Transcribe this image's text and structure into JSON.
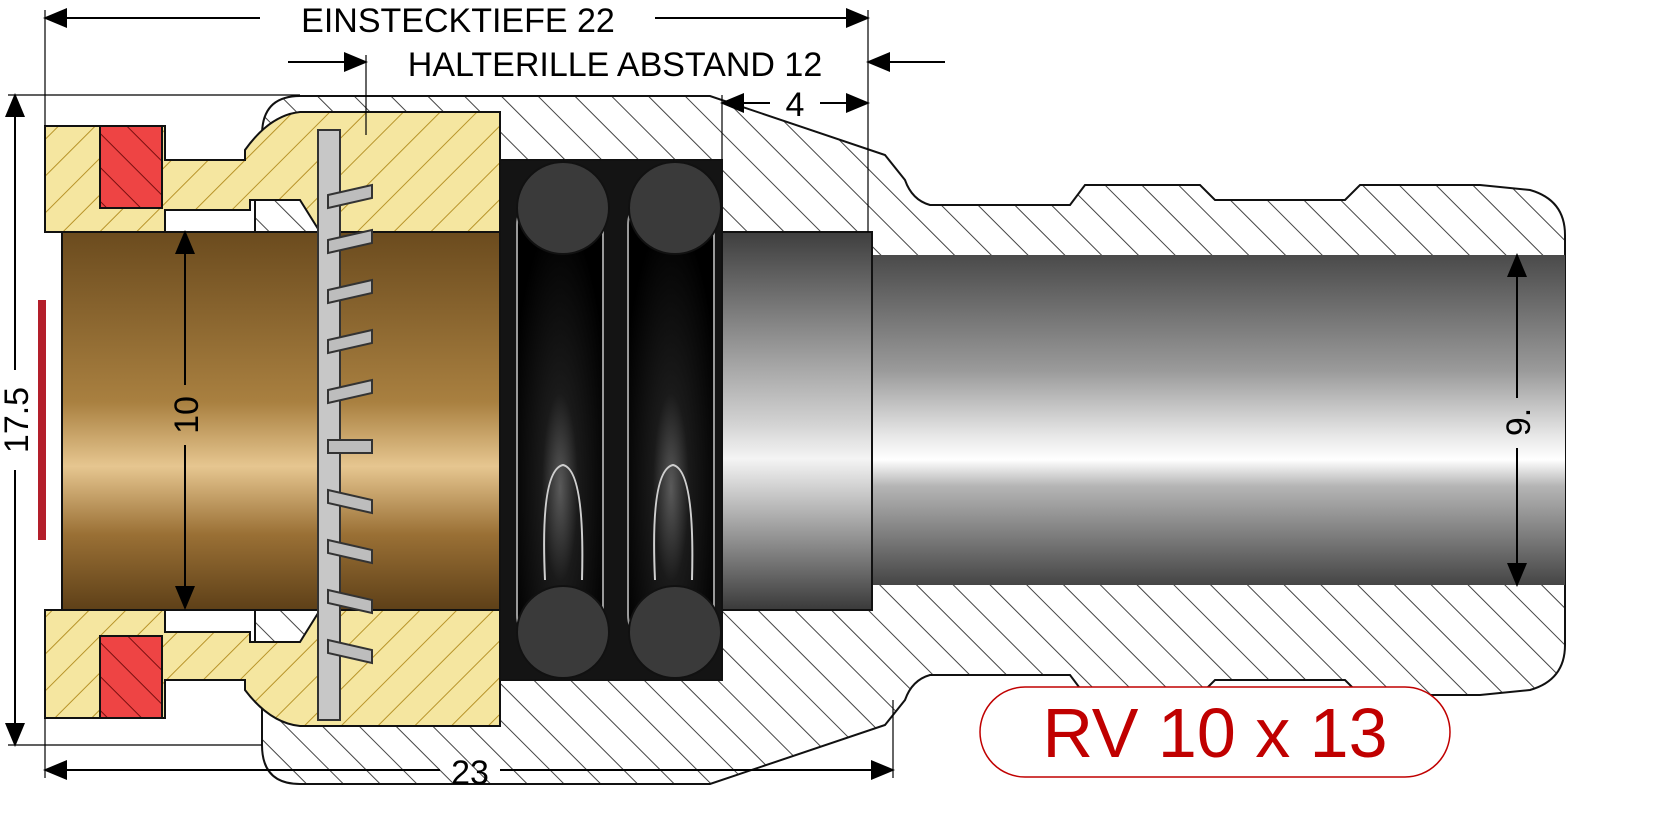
{
  "labels": {
    "insertion_depth": "EINSTECKTIEFE 22",
    "groove_distance": "HALTERILLE ABSTAND 12",
    "groove_width": "4",
    "outer_height": "17.5",
    "inner_diameter": "10",
    "tail_diameter": "9.",
    "overall_length": "23",
    "part_name": "RV 10 x 13"
  },
  "colors": {
    "brass": "#F5E6A0",
    "brass_hatch": "#C9A534",
    "bore_dark": "#6B4B1E",
    "bore_light": "#C9A36A",
    "seal_red": "#EE4444",
    "housing_hatch": "#444444",
    "pipe_dark": "#4A4A4A",
    "pipe_light": "#E6E6E6",
    "oring": "#3A3A3A",
    "part_name": "#C00000",
    "badge_border": "#C00000"
  }
}
